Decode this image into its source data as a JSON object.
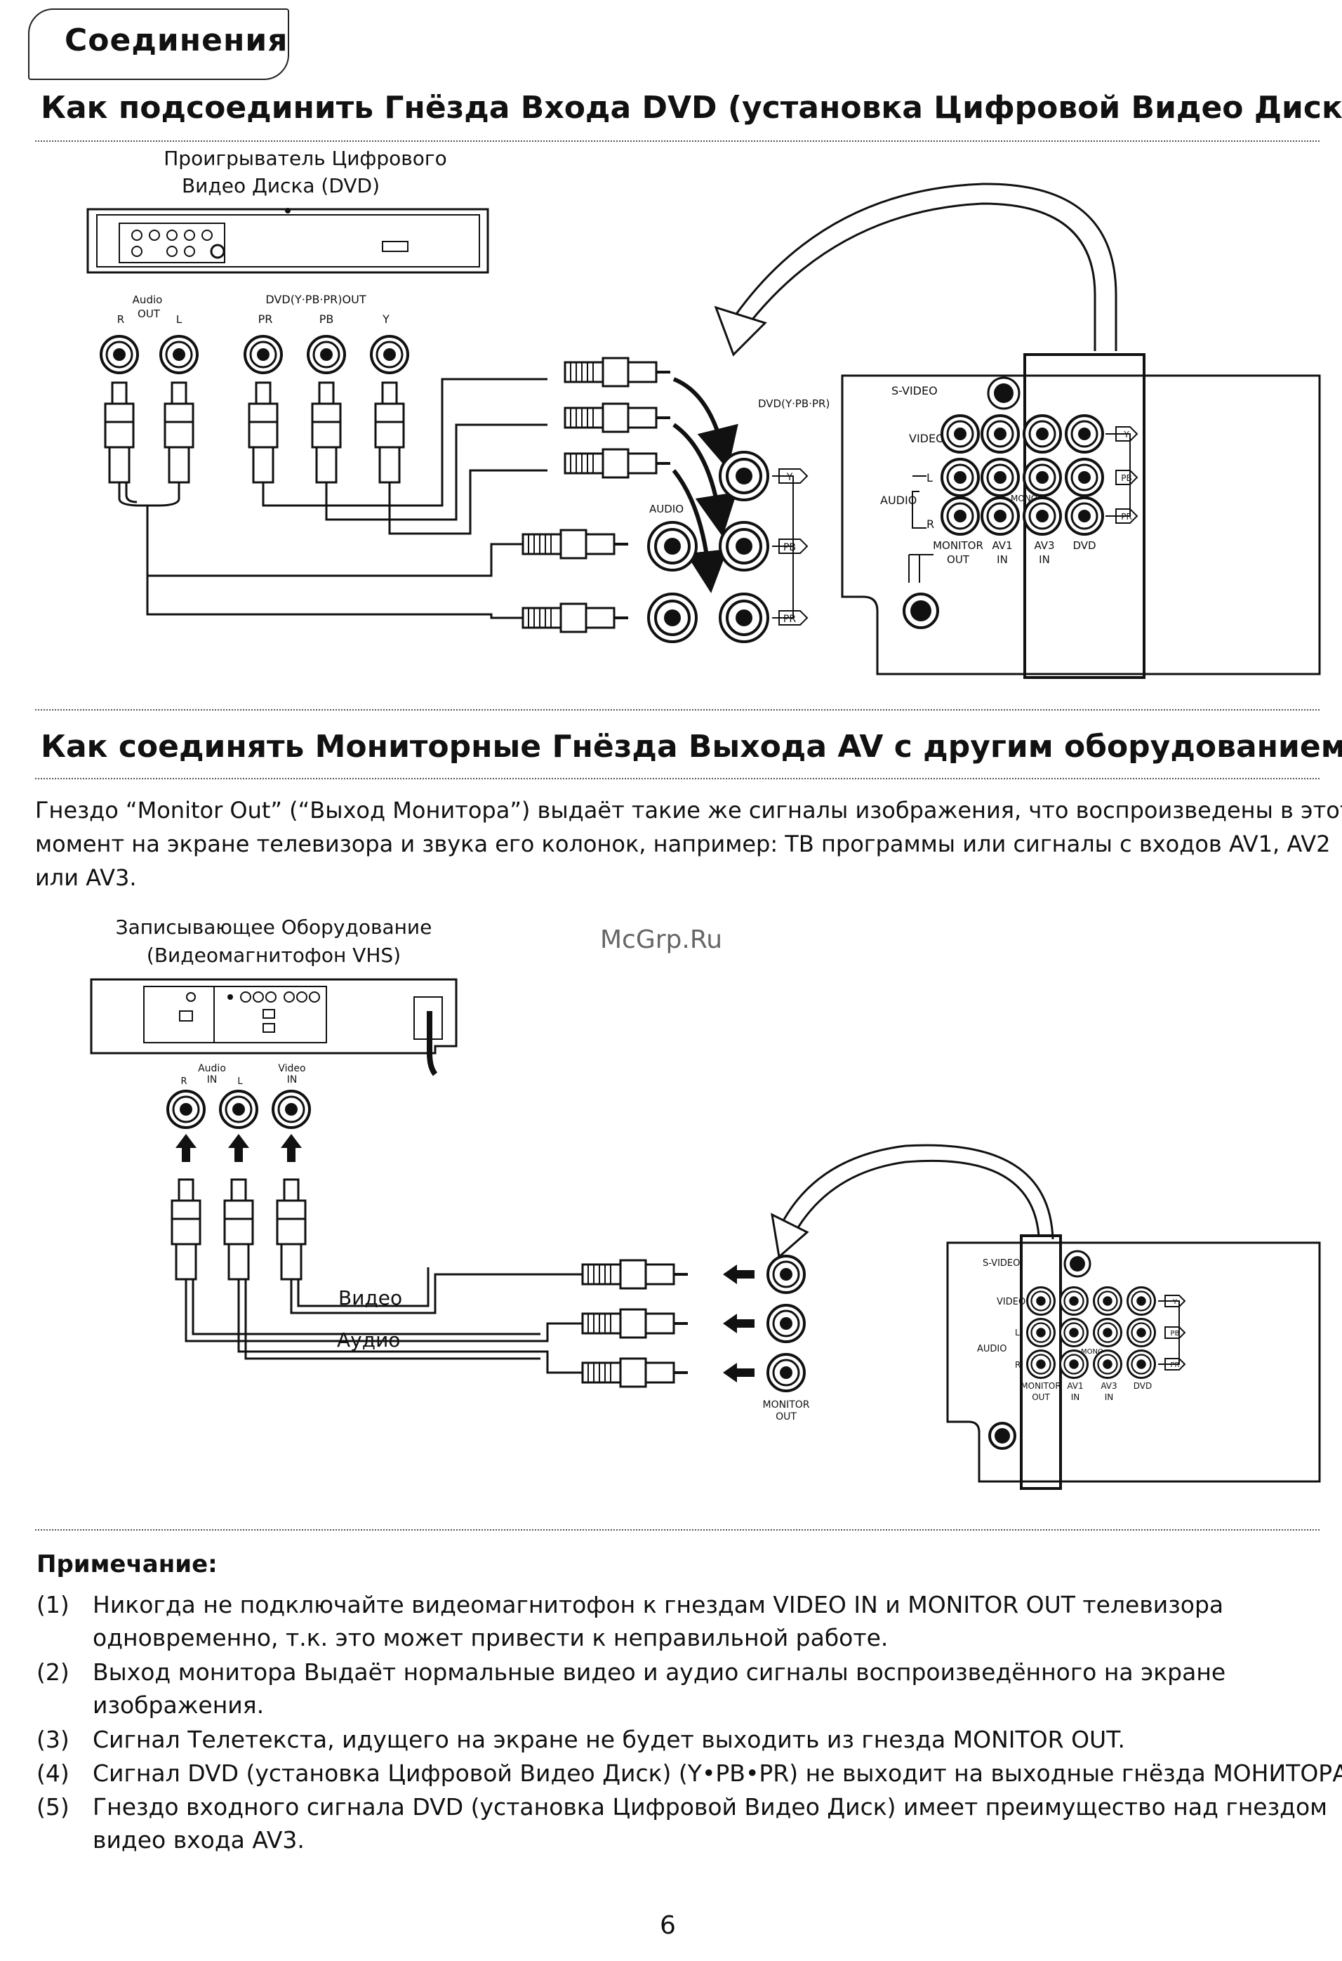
{
  "section_tag": "Соединения",
  "dvd_section": {
    "heading": "Как подсоединить Гнёзда Входа DVD (установка Цифровой Видео Диск)",
    "player_caption_line1": "Проигрыватель Цифрового",
    "player_caption_line2": "Видео Диска (DVD)",
    "audio_out_label_1": "Audio",
    "audio_out_label_2": "OUT",
    "audio_r": "R",
    "audio_l": "L",
    "dvd_out_label": "DVD(Y·PB·PR)OUT",
    "jack_pr": "PR",
    "jack_pb": "PB",
    "jack_y": "Y",
    "tv_dvd_label": "DVD(Y·PB·PR)",
    "tv_audio_label": "AUDIO",
    "panel_y": "Y",
    "panel_pb": "PB",
    "panel_pr": "PR"
  },
  "tv_panel": {
    "s_video": "S-VIDEO",
    "video": "VIDEO",
    "audio": "AUDIO",
    "l": "L",
    "r": "R",
    "mono": "MONO",
    "monitor_out_1": "MONITOR",
    "monitor_out_2": "OUT",
    "av1_1": "AV1",
    "av1_2": "IN",
    "av3_1": "AV3",
    "av3_2": "IN",
    "dvd": "DVD"
  },
  "monitor_section": {
    "heading": "Как соединять Мониторные Гнёзда Выхода AV с другим оборудованием",
    "paragraph_lines": [
      "Гнездо “Monitor Out” (“Выход Монитора”) выдаёт такие же сигналы изображения, что воспроизведены в этот",
      "момент на экране телевизора и звука его колонок, например: ТВ программы или сигналы с входов AV1, AV2",
      "или AV3."
    ],
    "vcr_caption_line1": "Записывающее Оборудование",
    "vcr_caption_line2": "(Видеомагнитофон VHS)",
    "vcr_audio_in_1": "Audio",
    "vcr_audio_in_2": "IN",
    "vcr_video_in_1": "Video",
    "vcr_video_in_2": "IN",
    "cable_video": "Видео",
    "cable_audio": "Аудио",
    "monitor_out_1": "MONITOR",
    "monitor_out_2": "OUT"
  },
  "watermark": "McGrp.Ru",
  "notes": {
    "heading": "Примечание:",
    "items": [
      {
        "num": "(1)",
        "lines": [
          "Никогда не подключайте видеомагнитофон к гнездам VIDEO IN и MONITOR OUT телевизора",
          "одновременно, т.к. это может привести к неправильной работе."
        ]
      },
      {
        "num": "(2)",
        "lines": [
          "Выход монитора Выдаёт нормальные видео и аудио сигналы воспроизведённого на экране",
          "изображения."
        ]
      },
      {
        "num": "(3)",
        "lines": [
          "Сигнал Телетекста, идущего на экране не будет выходить из гнезда MONITOR OUT."
        ]
      },
      {
        "num": "(4)",
        "lines": [
          "Сигнал DVD (установка Цифровой Видео Диск) (Y•PB•PR) не выходит на выходные гнёзда МОНИТОРА."
        ]
      },
      {
        "num": "(5)",
        "lines": [
          "Гнездо входного сигнала DVD (установка Цифровой Видео Диск) имеет преимущество над гнездом",
          "видео входа AV3."
        ]
      }
    ]
  },
  "page_number": "6"
}
